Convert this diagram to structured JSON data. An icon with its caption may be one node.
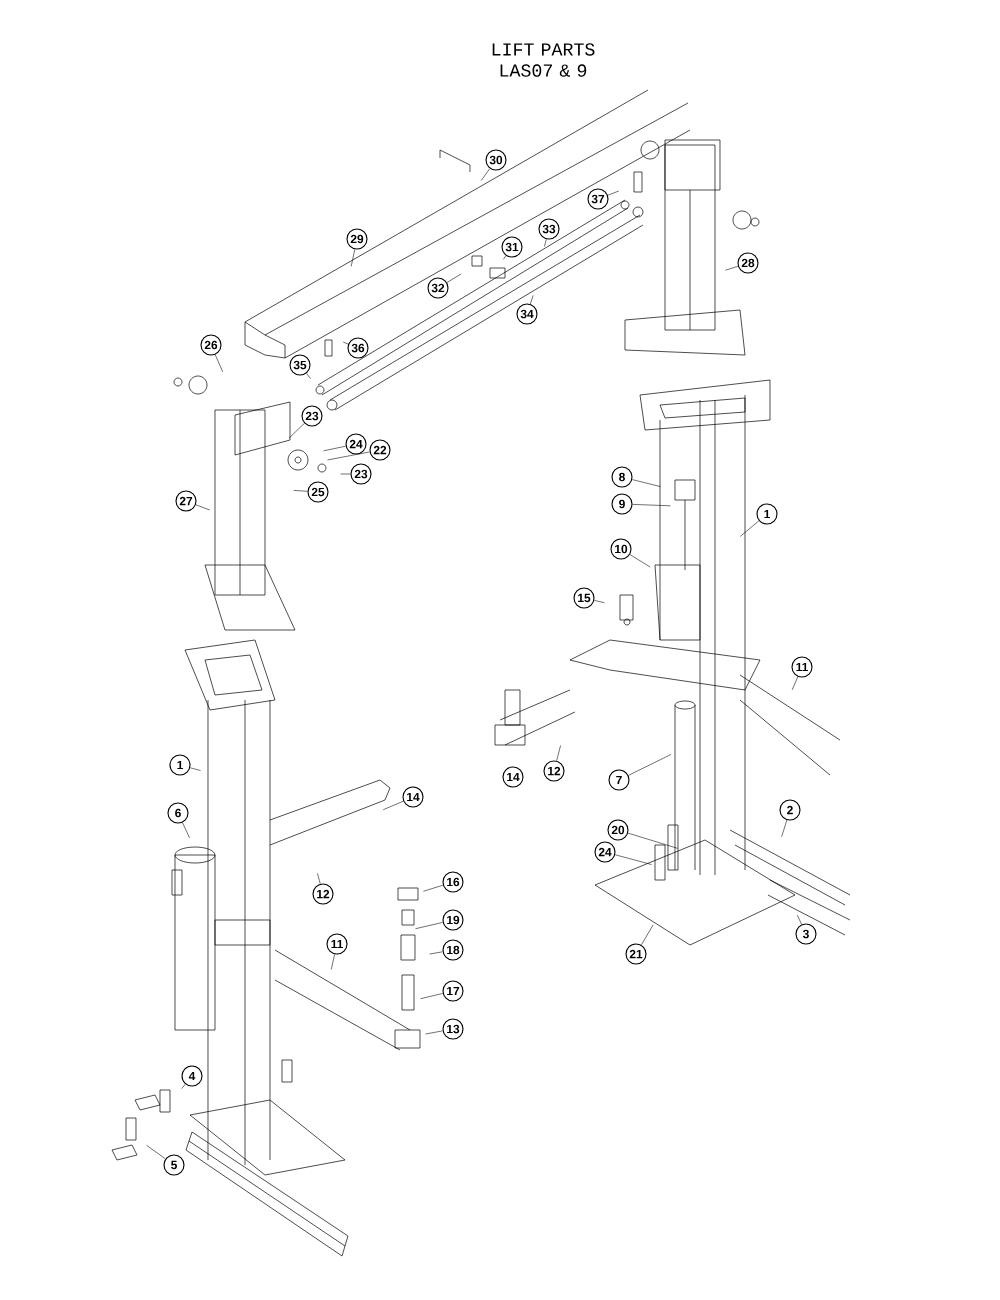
{
  "diagram": {
    "title": "LIFT PARTS LAS07 & 9",
    "nodes": [
      {
        "text": [
          "30"
        ]
      },
      {
        "text": [
          "29"
        ]
      },
      {
        "text": [
          "37"
        ]
      },
      {
        "text": [
          "33"
        ]
      },
      {
        "text": [
          "31"
        ]
      },
      {
        "text": [
          "32"
        ]
      },
      {
        "text": [
          "28"
        ]
      },
      {
        "text": [
          "34"
        ]
      },
      {
        "text": [
          "26"
        ]
      },
      {
        "text": [
          "36"
        ]
      },
      {
        "text": [
          "35"
        ]
      },
      {
        "text": [
          "23"
        ]
      },
      {
        "text": [
          "24"
        ]
      },
      {
        "text": [
          "22"
        ]
      },
      {
        "text": [
          "23"
        ]
      },
      {
        "text": [
          "25"
        ]
      },
      {
        "text": [
          "27"
        ]
      },
      {
        "text": [
          "8"
        ]
      },
      {
        "text": [
          "9"
        ]
      },
      {
        "text": [
          "1"
        ]
      },
      {
        "text": [
          "10"
        ]
      },
      {
        "text": [
          "15"
        ]
      },
      {
        "text": [
          "11"
        ]
      },
      {
        "text": [
          "14"
        ]
      },
      {
        "text": [
          "12"
        ]
      },
      {
        "text": [
          "7"
        ]
      },
      {
        "text": [
          "2"
        ]
      },
      {
        "text": [
          "20"
        ]
      },
      {
        "text": [
          "24"
        ]
      },
      {
        "text": [
          "3"
        ]
      },
      {
        "text": [
          "21"
        ]
      },
      {
        "text": [
          "1"
        ]
      },
      {
        "text": [
          "14"
        ]
      },
      {
        "text": [
          "6"
        ]
      },
      {
        "text": [
          "12"
        ]
      },
      {
        "text": [
          "16"
        ]
      },
      {
        "text": [
          "19"
        ]
      },
      {
        "text": [
          "18"
        ]
      },
      {
        "text": [
          "11"
        ]
      },
      {
        "text": [
          "17"
        ]
      },
      {
        "text": [
          "13"
        ]
      },
      {
        "text": [
          "4"
        ]
      },
      {
        "text": [
          "5"
        ]
      }
    ],
    "edges": [
      {
        "from": 0,
        "to": null,
        "arrow": "none"
      },
      {
        "from": 1,
        "to": null,
        "arrow": "none"
      },
      {
        "from": 2,
        "to": null,
        "arrow": "none"
      },
      {
        "from": 3,
        "to": null,
        "arrow": "none"
      },
      {
        "from": 4,
        "to": null,
        "arrow": "none"
      },
      {
        "from": 5,
        "to": null,
        "arrow": "none"
      },
      {
        "from": 6,
        "to": null,
        "arrow": "none"
      },
      {
        "from": 7,
        "to": null,
        "arrow": "none"
      },
      {
        "from": 8,
        "to": null,
        "arrow": "none"
      },
      {
        "from": 9,
        "to": null,
        "arrow": "none"
      },
      {
        "from": 10,
        "to": null,
        "arrow": "none"
      },
      {
        "from": 11,
        "to": null,
        "arrow": "none"
      },
      {
        "from": 12,
        "to": null,
        "arrow": "none"
      },
      {
        "from": 13,
        "to": null,
        "arrow": "none"
      },
      {
        "from": 14,
        "to": null,
        "arrow": "none"
      },
      {
        "from": 15,
        "to": null,
        "arrow": "none"
      },
      {
        "from": 16,
        "to": null,
        "arrow": "none"
      },
      {
        "from": 17,
        "to": null,
        "arrow": "none"
      },
      {
        "from": 18,
        "to": null,
        "arrow": "none"
      },
      {
        "from": 19,
        "to": null,
        "arrow": "none"
      },
      {
        "from": 20,
        "to": null,
        "arrow": "none"
      },
      {
        "from": 21,
        "to": null,
        "arrow": "none"
      },
      {
        "from": 22,
        "to": null,
        "arrow": "none"
      },
      {
        "from": 24,
        "to": null,
        "arrow": "none"
      },
      {
        "from": 25,
        "to": null,
        "arrow": "none"
      },
      {
        "from": 26,
        "to": null,
        "arrow": "none"
      },
      {
        "from": 27,
        "to": null,
        "arrow": "none"
      },
      {
        "from": 28,
        "to": null,
        "arrow": "none"
      },
      {
        "from": 29,
        "to": null,
        "arrow": "none"
      },
      {
        "from": 30,
        "to": null,
        "arrow": "none"
      },
      {
        "from": 31,
        "to": null,
        "arrow": "none"
      },
      {
        "from": 32,
        "to": null,
        "arrow": "none"
      },
      {
        "from": 33,
        "to": null,
        "arrow": "none"
      },
      {
        "from": 34,
        "to": null,
        "arrow": "none"
      },
      {
        "from": 35,
        "to": null,
        "arrow": "none"
      },
      {
        "from": 36,
        "to": null,
        "arrow": "none"
      },
      {
        "from": 37,
        "to": null,
        "arrow": "none"
      },
      {
        "from": 38,
        "to": null,
        "arrow": "none"
      },
      {
        "from": 39,
        "to": null,
        "arrow": "none"
      },
      {
        "from": 40,
        "to": null,
        "arrow": "none"
      },
      {
        "from": 41,
        "to": null,
        "arrow": "none"
      },
      {
        "from": 42,
        "to": null,
        "arrow": "none"
      }
    ]
  }
}
